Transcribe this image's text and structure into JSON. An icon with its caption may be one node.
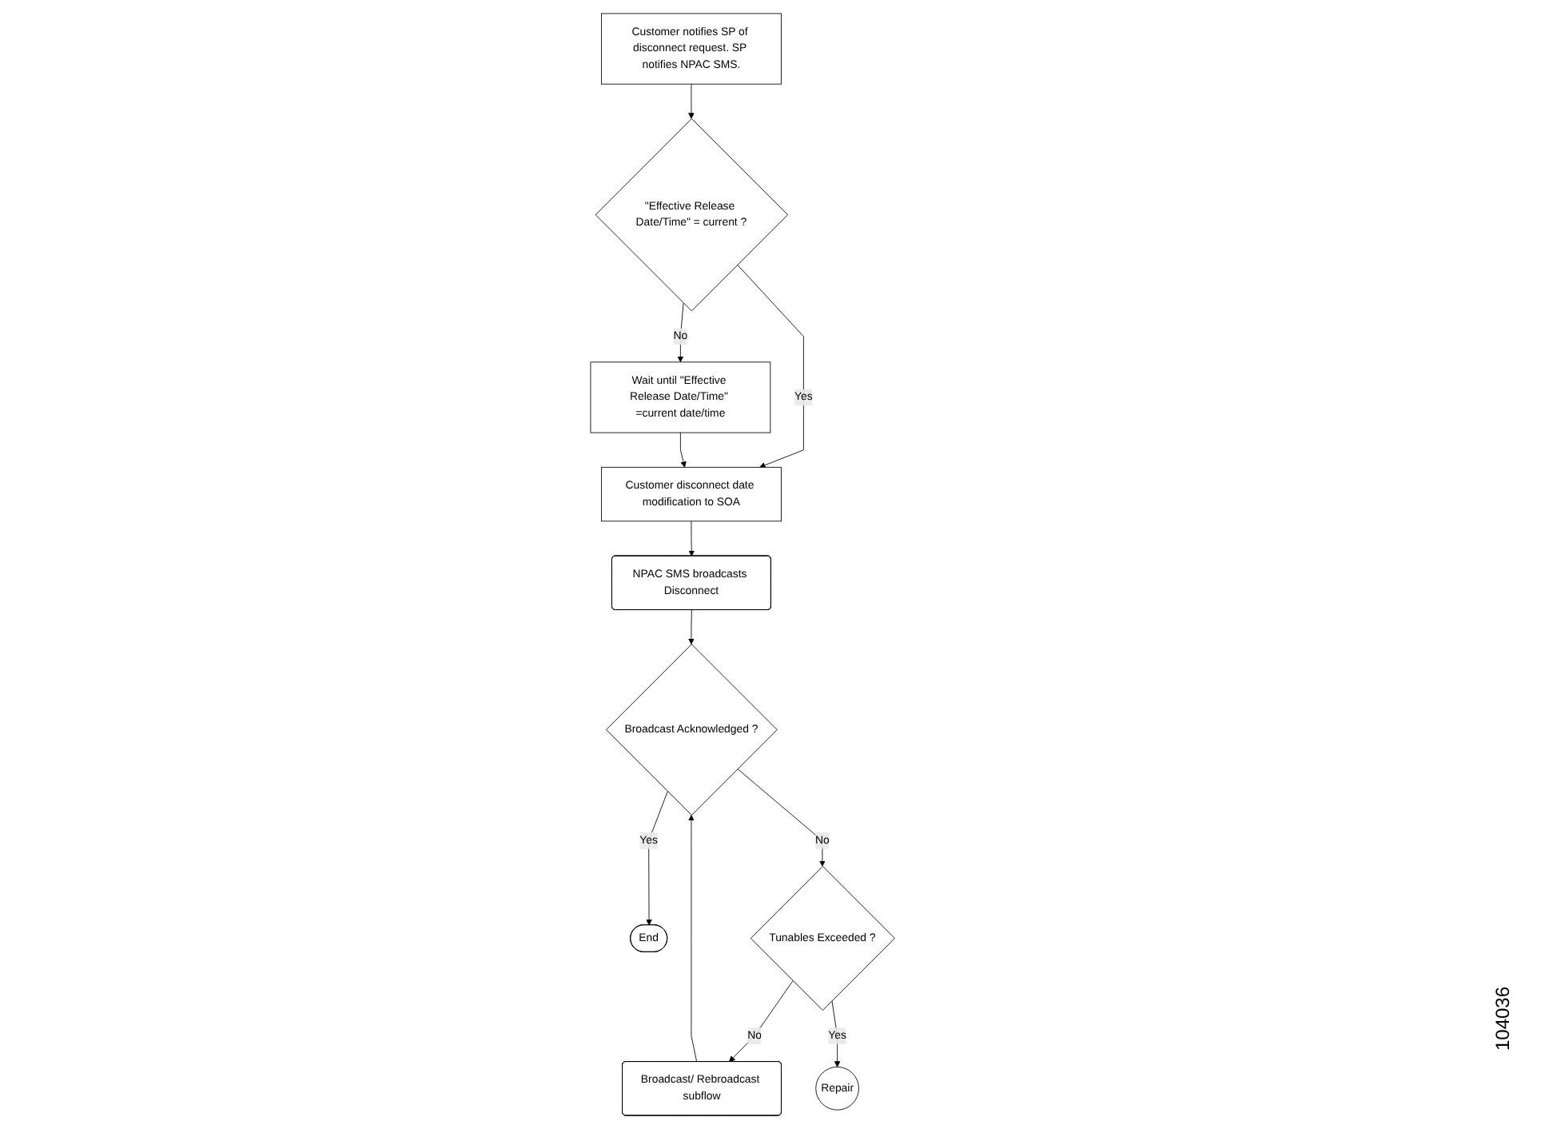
{
  "diagram": {
    "nodes": [
      {
        "text": [
          "Customer notifies SP of disconnect request. SP notifies NPAC SMS."
        ]
      },
      {
        "text": [
          "\"Effective Release Date/Time\" = current ?"
        ]
      },
      {
        "text": [
          "Customer disconnect date modification to SOA"
        ]
      },
      {
        "text": [
          "NPAC SMS broadcasts Disconnect"
        ]
      },
      {
        "text": [
          "Wait until \"Effective Release Date/Time\" =current date/time"
        ]
      },
      {
        "text": [
          "Broadcast Acknowledged ?"
        ]
      },
      {
        "text": [
          "End"
        ]
      },
      {
        "text": [
          "Broadcast/ Rebroadcast subflow"
        ]
      },
      {
        "text": [
          "Tunables Exceeded ?"
        ]
      },
      {
        "text": [
          "Repair"
        ]
      }
    ],
    "edges": [
      {
        "from": 0,
        "to": 1,
        "arrow": "to"
      },
      {
        "from": 1,
        "to": 2,
        "label": "Yes",
        "arrow": "to"
      },
      {
        "from": 1,
        "to": 4,
        "label": "No",
        "arrow": "to"
      },
      {
        "from": 4,
        "to": 2,
        "arrow": "to"
      },
      {
        "from": 2,
        "to": 3,
        "arrow": "to"
      },
      {
        "from": 3,
        "to": 5,
        "arrow": "to"
      },
      {
        "from": 5,
        "to": 6,
        "label": "Yes",
        "arrow": "to"
      },
      {
        "from": 5,
        "to": 8,
        "label": "No",
        "arrow": "to"
      },
      {
        "from": 8,
        "to": 7,
        "label": "No",
        "arrow": "to"
      },
      {
        "from": 7,
        "to": 5,
        "arrow": "to"
      },
      {
        "from": 8,
        "to": 9,
        "label": "Yes",
        "arrow": "to"
      }
    ],
    "labels": [
      "104036"
    ]
  }
}
